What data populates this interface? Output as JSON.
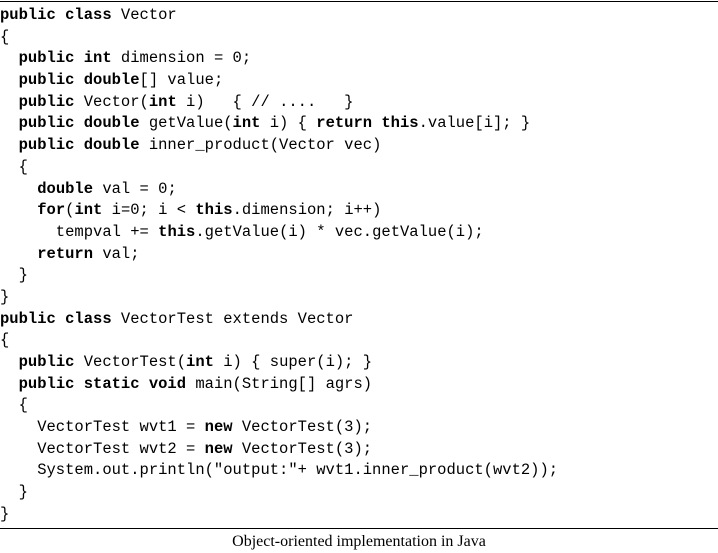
{
  "caption": "Object-oriented implementation in Java",
  "code_lines": [
    [
      [
        "public class",
        1
      ],
      [
        " Vector",
        0
      ]
    ],
    [
      [
        "{",
        0
      ]
    ],
    [
      [
        "  ",
        0
      ],
      [
        "public int",
        1
      ],
      [
        " dimension = 0;",
        0
      ]
    ],
    [
      [
        "  ",
        0
      ],
      [
        "public double",
        1
      ],
      [
        "[] value;",
        0
      ]
    ],
    [
      [
        "  ",
        0
      ],
      [
        "public",
        1
      ],
      [
        " Vector(",
        0
      ],
      [
        "int",
        1
      ],
      [
        " i)   { // ....   }",
        0
      ]
    ],
    [
      [
        "  ",
        0
      ],
      [
        "public double",
        1
      ],
      [
        " getValue(",
        0
      ],
      [
        "int",
        1
      ],
      [
        " i) { ",
        0
      ],
      [
        "return this",
        1
      ],
      [
        ".value[i]; }",
        0
      ]
    ],
    [
      [
        "  ",
        0
      ],
      [
        "public double",
        1
      ],
      [
        " inner_product(Vector vec)",
        0
      ]
    ],
    [
      [
        "  {",
        0
      ]
    ],
    [
      [
        "    ",
        0
      ],
      [
        "double",
        1
      ],
      [
        " val = 0;",
        0
      ]
    ],
    [
      [
        "    ",
        0
      ],
      [
        "for",
        1
      ],
      [
        "(",
        0
      ],
      [
        "int",
        1
      ],
      [
        " i=0; i < ",
        0
      ],
      [
        "this",
        1
      ],
      [
        ".dimension; i++)",
        0
      ]
    ],
    [
      [
        "      tempval += ",
        0
      ],
      [
        "this",
        1
      ],
      [
        ".getValue(i) * vec.getValue(i);",
        0
      ]
    ],
    [
      [
        "    ",
        0
      ],
      [
        "return",
        1
      ],
      [
        " val;",
        0
      ]
    ],
    [
      [
        "  }",
        0
      ]
    ],
    [
      [
        "}",
        0
      ]
    ],
    [
      [
        "public class",
        1
      ],
      [
        " VectorTest extends Vector",
        0
      ]
    ],
    [
      [
        "{",
        0
      ]
    ],
    [
      [
        "  ",
        0
      ],
      [
        "public",
        1
      ],
      [
        " VectorTest(",
        0
      ],
      [
        "int",
        1
      ],
      [
        " i) { super(i); }",
        0
      ]
    ],
    [
      [
        "  ",
        0
      ],
      [
        "public static void",
        1
      ],
      [
        " main(String[] agrs)",
        0
      ]
    ],
    [
      [
        "  {",
        0
      ]
    ],
    [
      [
        "    VectorTest wvt1 = ",
        0
      ],
      [
        "new",
        1
      ],
      [
        " VectorTest(3);",
        0
      ]
    ],
    [
      [
        "    VectorTest wvt2 = ",
        0
      ],
      [
        "new",
        1
      ],
      [
        " VectorTest(3);",
        0
      ]
    ],
    [
      [
        "    System.out.println(\"output:\"+ wvt1.inner_product(wvt2));",
        0
      ]
    ],
    [
      [
        "  }",
        0
      ]
    ],
    [
      [
        "}",
        0
      ]
    ]
  ]
}
